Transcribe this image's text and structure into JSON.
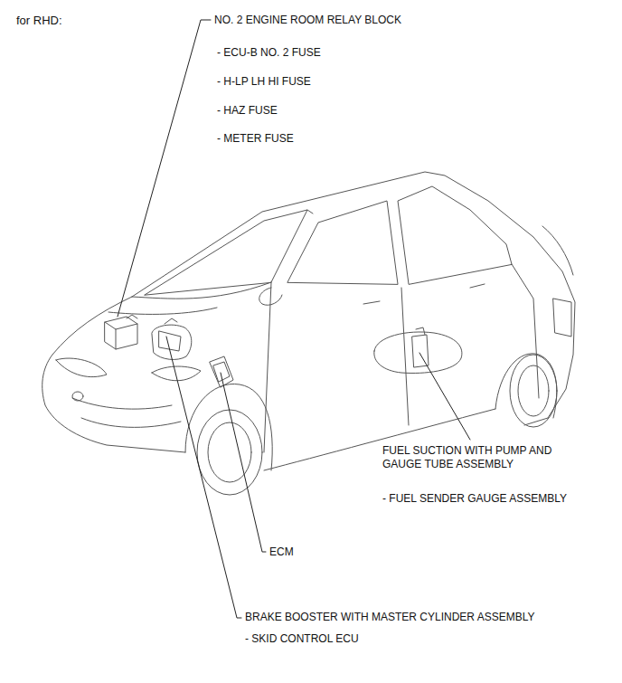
{
  "diagram": {
    "title": "for RHD:",
    "labels": [
      "NO. 2 ENGINE ROOM RELAY BLOCK",
      "- ECU-B NO. 2 FUSE",
      "- H-LP LH HI FUSE",
      "- HAZ FUSE",
      "- METER FUSE",
      "FUEL SUCTION WITH PUMP AND GAUGE TUBE ASSEMBLY",
      "- FUEL SENDER GAUGE ASSEMBLY",
      "ECM",
      "BRAKE BOOSTER WITH MASTER CYLINDER ASSEMBLY",
      "- SKID CONTROL ECU"
    ]
  }
}
